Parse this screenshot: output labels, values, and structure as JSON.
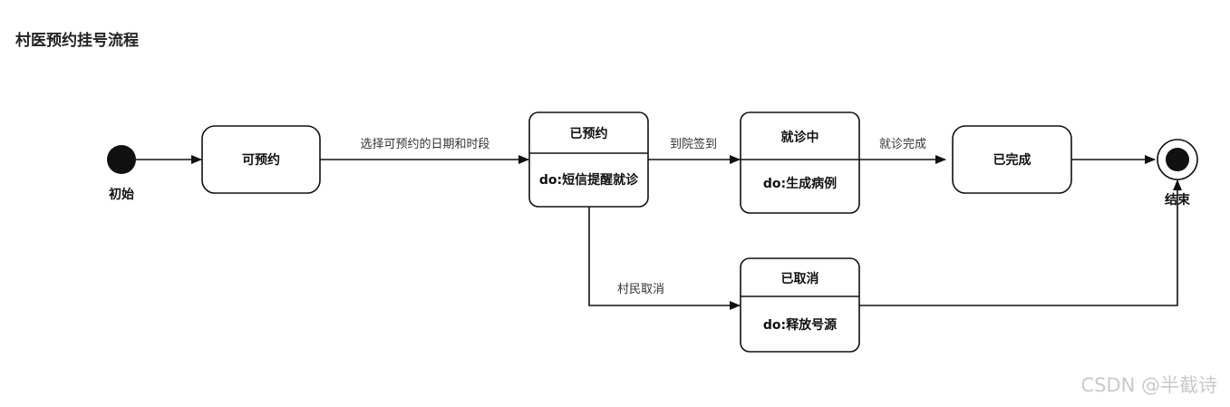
{
  "title": "村医预约挂号流程",
  "initial_label": "初始",
  "final_label": "结束",
  "states": {
    "available": {
      "name": "可预约"
    },
    "booked": {
      "name": "已预约",
      "activity": "do:短信提醒就诊"
    },
    "in_visit": {
      "name": "就诊中",
      "activity": "do:生成病例"
    },
    "completed": {
      "name": "已完成"
    },
    "cancelled": {
      "name": "已取消",
      "activity": "do:释放号源"
    }
  },
  "transitions": {
    "select": "选择可预约的日期和时段",
    "checkin": "到院签到",
    "finish": "就诊完成",
    "cancel": "村民取消"
  },
  "watermark": "CSDN @半截诗"
}
